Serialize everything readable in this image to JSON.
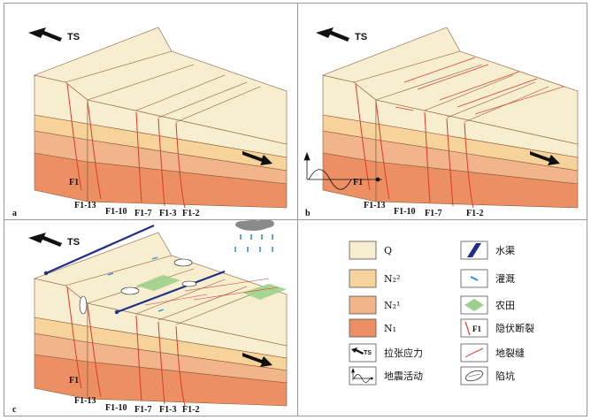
{
  "colors": {
    "Q": "#f7edcf",
    "N22": "#f6d39a",
    "N21": "#f1b48b",
    "N1": "#ec8f63",
    "fault": "#d93a2b",
    "canal": "#1f2f8c",
    "field": "#9dd08a",
    "irrigation": "#2f8fd8"
  },
  "panels": [
    {
      "id": "a",
      "label": "a",
      "ts_label": "TS",
      "faults": [
        "F1",
        "F1-13",
        "F1-10",
        "F1-7",
        "F1-3",
        "F1-2"
      ]
    },
    {
      "id": "b",
      "label": "b",
      "ts_label": "TS",
      "faults": [
        "F1",
        "F1-13",
        "F1-10",
        "F1-7",
        "F1-2"
      ]
    },
    {
      "id": "c",
      "label": "c",
      "ts_label": "TS",
      "faults": [
        "F1",
        "F1-13",
        "F1-10",
        "F1-7",
        "F1-3",
        "F1-2"
      ]
    }
  ],
  "legend": {
    "left": [
      {
        "key": "Q",
        "text": "Q",
        "icon": "swatch-Q"
      },
      {
        "key": "N22",
        "text": "N₂²",
        "icon": "swatch-N22"
      },
      {
        "key": "N21",
        "text": "N₂¹",
        "icon": "swatch-N21"
      },
      {
        "key": "N1",
        "text": "N₁",
        "icon": "swatch-N1"
      },
      {
        "key": "ts",
        "text": "拉张应力",
        "icon": "ts-arrow-icon",
        "icon_text": "TS"
      },
      {
        "key": "quake",
        "text": "地震活动",
        "icon": "seismic-wave-icon"
      }
    ],
    "right": [
      {
        "key": "canal",
        "text": "水渠",
        "icon": "canal-icon"
      },
      {
        "key": "irrigation",
        "text": "灌溉",
        "icon": "irrigation-icon"
      },
      {
        "key": "field",
        "text": "农田",
        "icon": "farmland-icon"
      },
      {
        "key": "fault",
        "text": "隐伏断裂",
        "icon": "fault-icon",
        "icon_text": "F1"
      },
      {
        "key": "crack",
        "text": "地裂缝",
        "icon": "ground-fissure-icon"
      },
      {
        "key": "sinkhole",
        "text": "陷坑",
        "icon": "sinkhole-icon"
      }
    ]
  }
}
